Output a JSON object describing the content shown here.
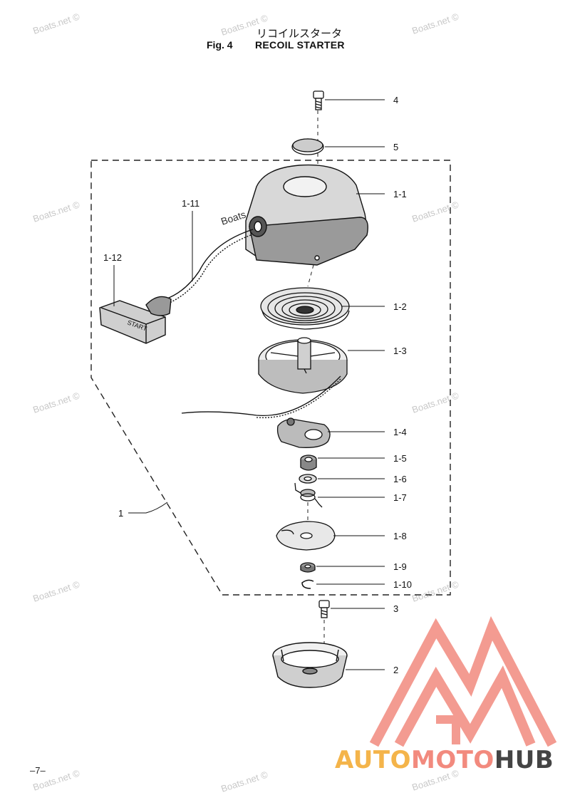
{
  "header": {
    "title_jp": "リコイルスタータ",
    "figure_label": "Fig. 4",
    "figure_title": "RECOIL STARTER"
  },
  "parts": [
    {
      "id": "p4",
      "label": "4"
    },
    {
      "id": "p5",
      "label": "5"
    },
    {
      "id": "p1-1",
      "label": "1-1"
    },
    {
      "id": "p1-2",
      "label": "1-2"
    },
    {
      "id": "p1-3",
      "label": "1-3"
    },
    {
      "id": "p1-4",
      "label": "1-4"
    },
    {
      "id": "p1-5",
      "label": "1-5"
    },
    {
      "id": "p1-6",
      "label": "1-6"
    },
    {
      "id": "p1-7",
      "label": "1-7"
    },
    {
      "id": "p1-8",
      "label": "1-8"
    },
    {
      "id": "p1-9",
      "label": "1-9"
    },
    {
      "id": "p1-10",
      "label": "1-10"
    },
    {
      "id": "p3",
      "label": "3"
    },
    {
      "id": "p2",
      "label": "2"
    },
    {
      "id": "p1-11",
      "label": "1-11"
    },
    {
      "id": "p1-12",
      "label": "1-12"
    },
    {
      "id": "p1",
      "label": "1"
    }
  ],
  "handle_text": "START",
  "watermark": "Boats.net ©",
  "page_number": "–7–",
  "brand": {
    "part1": "AUTO",
    "part2": "MOTO",
    "part3": "HUB",
    "color_auto": "#f4b44a",
    "color_moto": "#f28a7e",
    "color_hub": "#444444",
    "logo_color": "#f28a7e"
  }
}
